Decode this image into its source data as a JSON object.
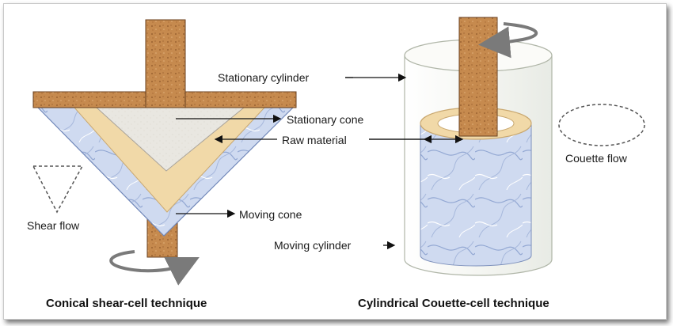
{
  "labels": {
    "stationary_cylinder": "Stationary cylinder",
    "stationary_cone": "Stationary cone",
    "raw_material": "Raw material",
    "moving_cone": "Moving cone",
    "moving_cylinder": "Moving cylinder",
    "shear_flow": "Shear flow",
    "couette_flow": "Couette flow"
  },
  "captions": {
    "conical": "Conical shear-cell technique",
    "cylindrical": "Cylindrical Couette-cell technique"
  },
  "colors": {
    "cork": "#c68a4e",
    "cork_dark": "#9b6230",
    "marble": "#c9d6ee",
    "marble_vein": "#8fa4cf",
    "raw_material": "#f1d9a8",
    "stationary_cone": "#e8e6e0",
    "rotation_arrow": "#7a7a7a"
  }
}
